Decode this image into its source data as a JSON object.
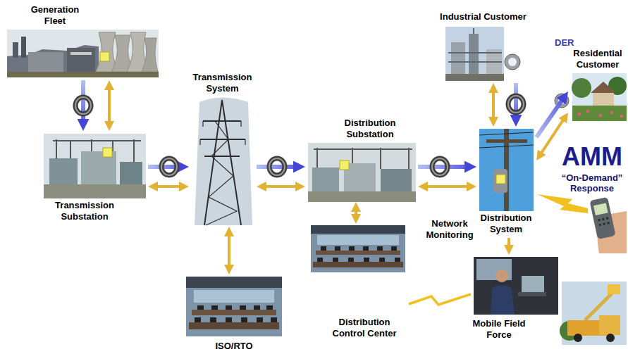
{
  "diagram": {
    "nodes": [
      {
        "text": [
          "Generation Fleet"
        ]
      },
      {
        "text": [
          "Transmission Substation"
        ]
      },
      {
        "text": [
          "Transmission System"
        ]
      },
      {
        "text": [
          "Distribution Substation"
        ]
      },
      {
        "text": [
          "ISO/RTO"
        ]
      },
      {
        "text": [
          "Distribution Control Center"
        ]
      },
      {
        "text": [
          "Industrial Customer"
        ]
      },
      {
        "text": [
          "DER",
          "AMM",
          "“On-Demand” Response"
        ]
      },
      {
        "text": [
          "Residential Customer"
        ],
        "in": 7
      },
      {
        "text": [
          "Distribution System"
        ]
      },
      {
        "text": [
          "Mobile Field Force"
        ]
      }
    ],
    "edges": [
      {
        "from": 0,
        "to": 1,
        "arrow": "to"
      },
      {
        "from": 0,
        "to": 1,
        "arrow": "both"
      },
      {
        "from": 1,
        "to": 2,
        "arrow": "to"
      },
      {
        "from": 1,
        "to": 2,
        "arrow": "both"
      },
      {
        "from": 2,
        "to": 3,
        "arrow": "to"
      },
      {
        "from": 2,
        "to": 3,
        "arrow": "both"
      },
      {
        "from": 3,
        "to": 9,
        "arrow": "to"
      },
      {
        "from": 3,
        "to": 9,
        "arrow": "both"
      },
      {
        "from": 2,
        "to": 4,
        "arrow": "both"
      },
      {
        "from": 3,
        "to": 5,
        "arrow": "both"
      },
      {
        "from": 6,
        "to": 9,
        "arrow": "to"
      },
      {
        "from": 6,
        "to": 9,
        "arrow": "both"
      },
      {
        "from": 9,
        "to": 8,
        "arrow": "to"
      },
      {
        "from": 9,
        "to": 8,
        "arrow": "both"
      },
      {
        "from": 9,
        "to": 10,
        "arrow": "to"
      },
      {
        "from": 5,
        "to": 10,
        "arrow": "none"
      }
    ],
    "labels": [
      "Network Monitoring"
    ]
  }
}
